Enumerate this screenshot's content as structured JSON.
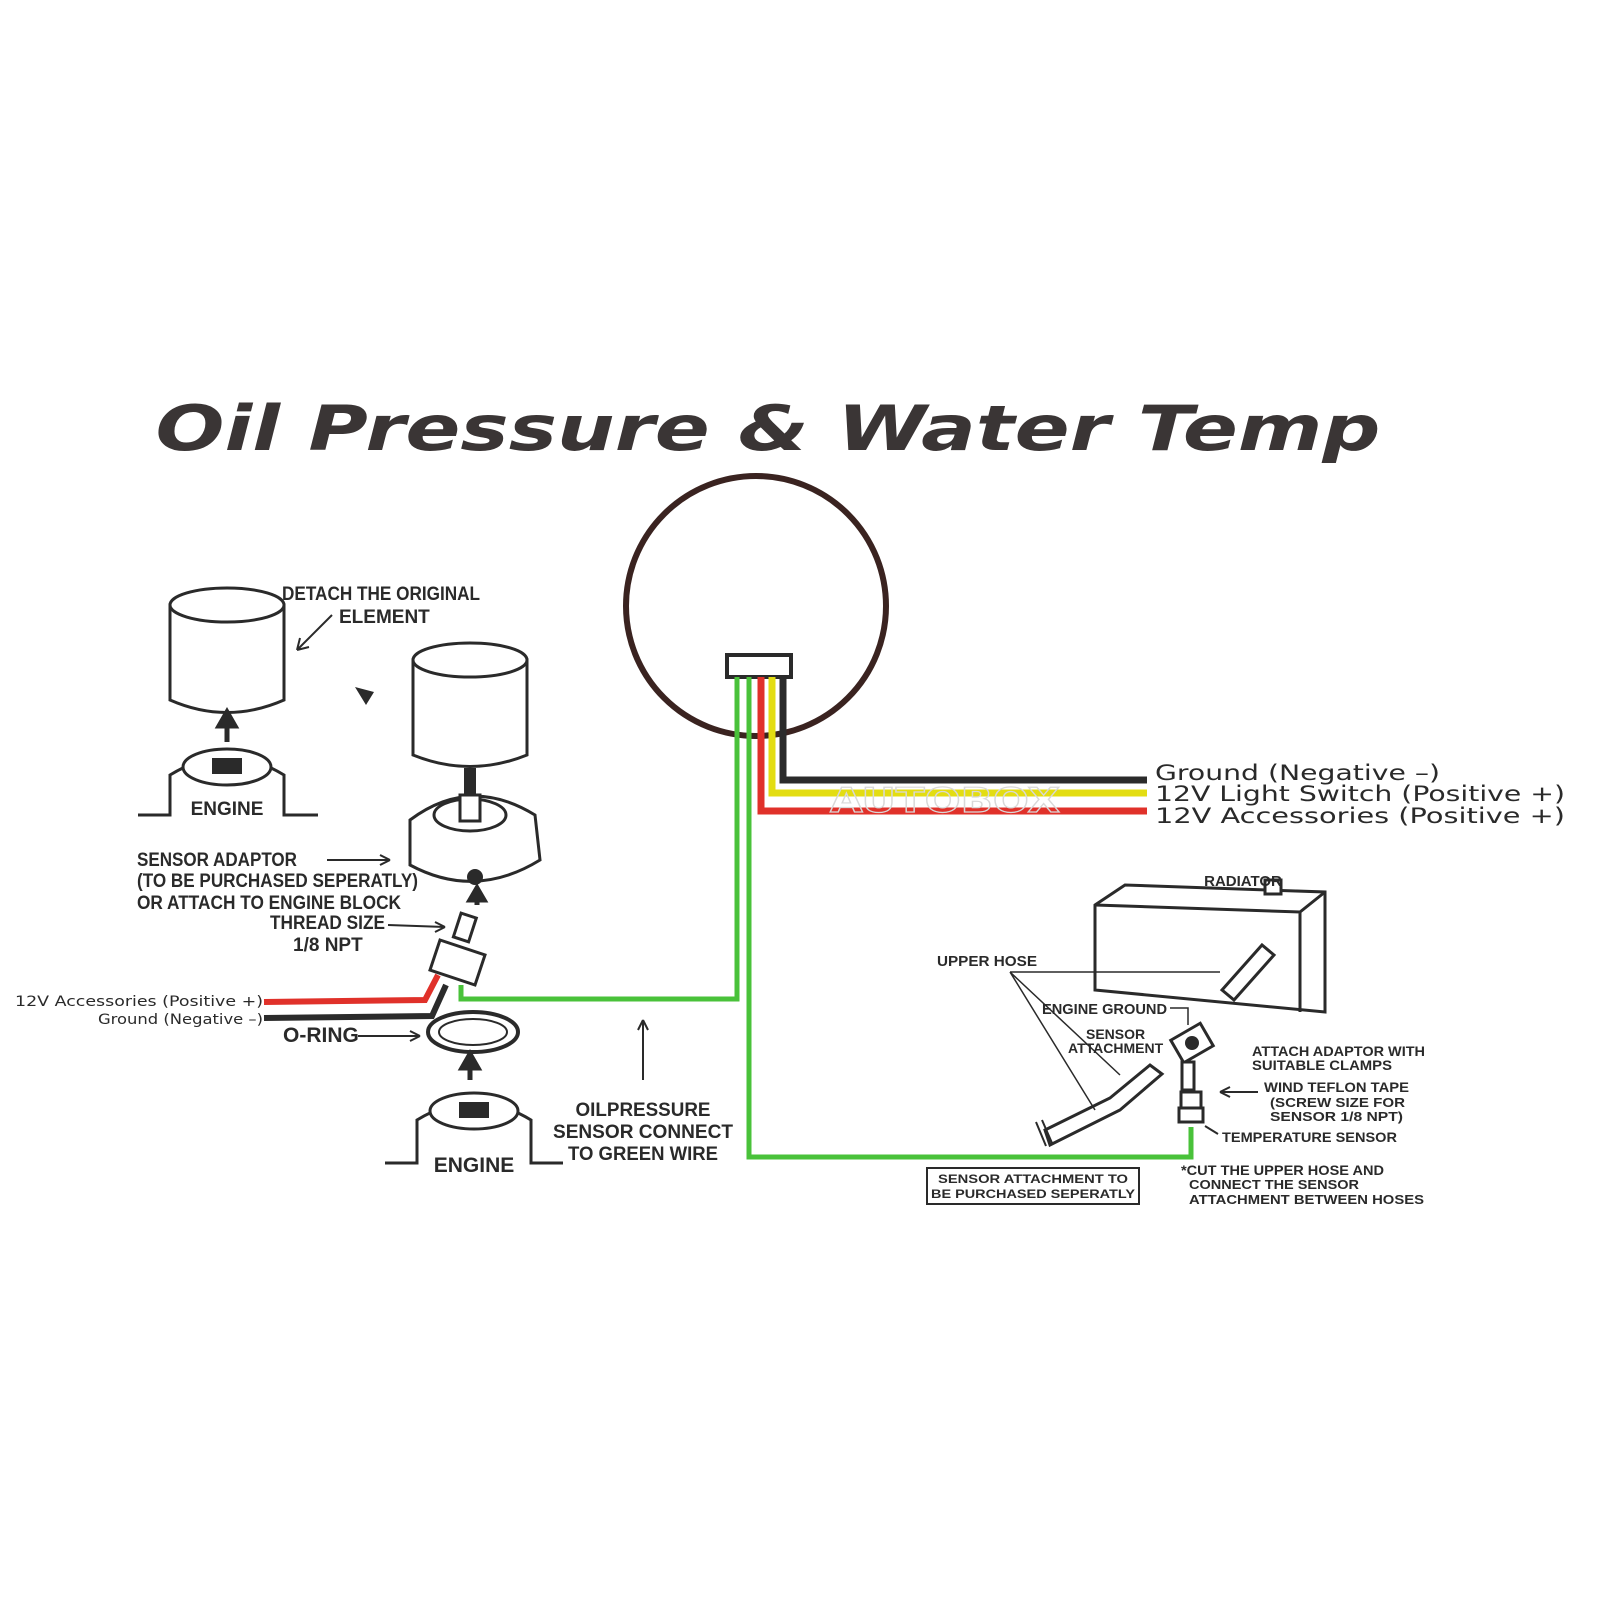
{
  "title": "Oil Pressure & Water Temp",
  "watermark": "AUTOBOX",
  "colors": {
    "ground": "#2b2b2b",
    "light": "#e3dd12",
    "accessories": "#e0312a",
    "sensor": "#49c23a"
  },
  "gauge_wires": {
    "ground": "Ground (Negative –)",
    "light": "12V Light Switch  (Positive +)",
    "accessories": "12V Accessories   (Positive +)"
  },
  "oil": {
    "detach_1": "DETACH THE ORIGINAL",
    "detach_2": "ELEMENT",
    "engine": "ENGINE",
    "adaptor_1": "SENSOR ADAPTOR",
    "adaptor_2": "(TO BE PURCHASED SEPERATLY)",
    "adaptor_3": "OR ATTACH TO ENGINE BLOCK",
    "thread_1": "THREAD SIZE",
    "thread_2": "1/8 NPT",
    "acc_left": "12V Accessories   (Positive +)",
    "ground_left": "Ground (Negative –)",
    "oring": "O-RING",
    "connect_1": "OILPRESSURE",
    "connect_2": "SENSOR CONNECT",
    "connect_3": "TO GREEN WIRE"
  },
  "water": {
    "radiator": "RADIATOR",
    "upper_hose": "UPPER HOSE",
    "engine_ground": "ENGINE GROUND",
    "attach_1": "SENSOR",
    "attach_2": "ATTACHMENT",
    "clamps_1": "ATTACH ADAPTOR WITH",
    "clamps_2": "SUITABLE CLAMPS",
    "teflon_1": "WIND TEFLON TAPE",
    "teflon_2": "(SCREW SIZE FOR",
    "teflon_3": "SENSOR  1/8 NPT)",
    "temp_sensor": "TEMPERATURE SENSOR",
    "box_1": "SENSOR ATTACHMENT TO",
    "box_2": "BE PURCHASED SEPERATLY",
    "cut_1": "*CUT THE UPPER HOSE AND",
    "cut_2": "CONNECT THE SENSOR",
    "cut_3": "ATTACHMENT BETWEEN HOSES"
  }
}
